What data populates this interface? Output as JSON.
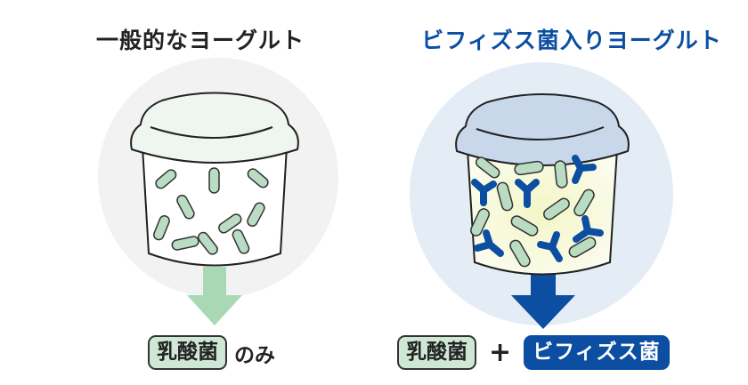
{
  "left": {
    "title": "一般的なヨーグルト",
    "label_pill": "乳酸菌",
    "label_suffix": "のみ",
    "colors": {
      "title": "#222222",
      "circle_bg": "#f2f2f2",
      "lid": "#eef6ef",
      "bacteria": "#b9dcc3",
      "arrow": "#a8d8b4"
    }
  },
  "right": {
    "title": "ビフィズス菌入りヨーグルト",
    "label_pill_1": "乳酸菌",
    "label_plus": "+",
    "label_pill_2": "ビフィズス菌",
    "colors": {
      "title": "#0b4ea2",
      "circle_bg": "#e4ecf6",
      "lid": "#c8d7ea",
      "lactic_bacteria": "#b9dcc3",
      "bifido_bacteria": "#0b4ea2",
      "glow": "#f6f7c8",
      "arrow": "#0b4ea2"
    }
  }
}
